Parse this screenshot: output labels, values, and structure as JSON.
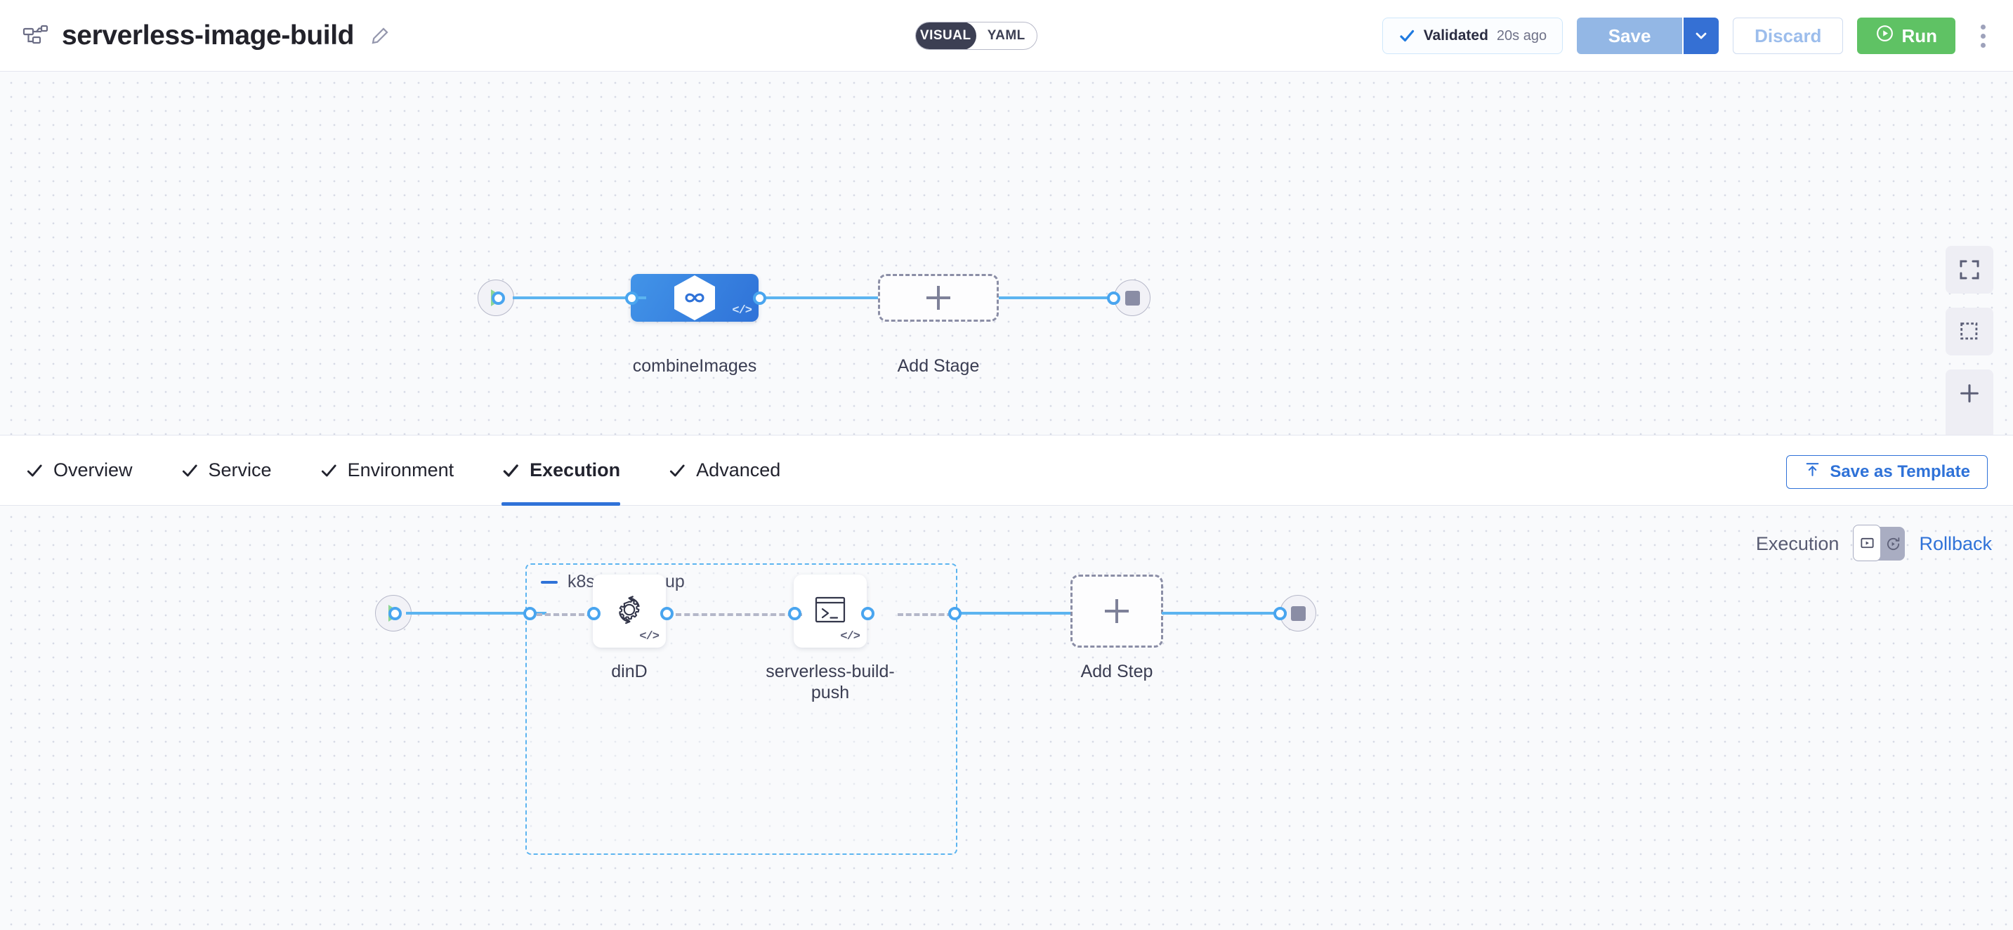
{
  "header": {
    "pipeline_icon": "pipeline-graph-icon",
    "title": "serverless-image-build",
    "edit_icon": "pencil-icon",
    "mode_toggle": {
      "visual": "VISUAL",
      "yaml": "YAML",
      "selected": "VISUAL"
    },
    "validated": {
      "icon": "check-icon",
      "label": "Validated",
      "time": "20s ago"
    },
    "save": {
      "label": "Save",
      "caret_icon": "chevron-down-icon"
    },
    "discard": {
      "label": "Discard"
    },
    "run": {
      "label": "Run",
      "icon": "play-circle-icon"
    },
    "overflow_icon": "kebab-menu-icon",
    "colors": {
      "accent": "#2f72d8",
      "run": "#5fc264",
      "save_disabled": "#93b7e5"
    }
  },
  "stage_canvas": {
    "start_node": "start-play-node",
    "end_node": "end-stop-node",
    "stages": [
      {
        "name": "combineImages",
        "icon": "harness-hexagon-icon",
        "badge": "</>",
        "type": "stage"
      }
    ],
    "add_stage": {
      "label": "Add Stage",
      "icon": "plus-icon"
    },
    "tools": [
      {
        "name": "fit-to-screen-icon"
      },
      {
        "name": "marquee-select-icon"
      },
      {
        "name": "zoom-in-icon"
      },
      {
        "name": "zoom-out-icon"
      }
    ]
  },
  "tabs": {
    "items": [
      {
        "label": "Overview",
        "check": true,
        "active": false
      },
      {
        "label": "Service",
        "check": true,
        "active": false
      },
      {
        "label": "Environment",
        "check": true,
        "active": false
      },
      {
        "label": "Execution",
        "check": true,
        "active": true
      },
      {
        "label": "Advanced",
        "check": true,
        "active": false
      }
    ],
    "save_as_template": {
      "label": "Save as Template",
      "icon": "upload-template-icon"
    }
  },
  "execution": {
    "switch": {
      "execution_label": "Execution",
      "rollback_label": "Rollback",
      "selected": "Execution",
      "execution_icon": "execution-play-box-icon",
      "rollback_icon": "rollback-arrow-icon"
    },
    "start_node": "start-play-node",
    "end_node": "end-stop-node",
    "step_group": {
      "name": "k8s-step-group",
      "collapse_icon": "minus-icon",
      "steps": [
        {
          "name": "dinD",
          "icon": "gear-rotate-icon",
          "badge": "</>"
        },
        {
          "name": "serverless-build-push",
          "icon": "terminal-icon",
          "badge": "</>"
        }
      ]
    },
    "add_step": {
      "label": "Add Step",
      "icon": "plus-icon"
    }
  }
}
